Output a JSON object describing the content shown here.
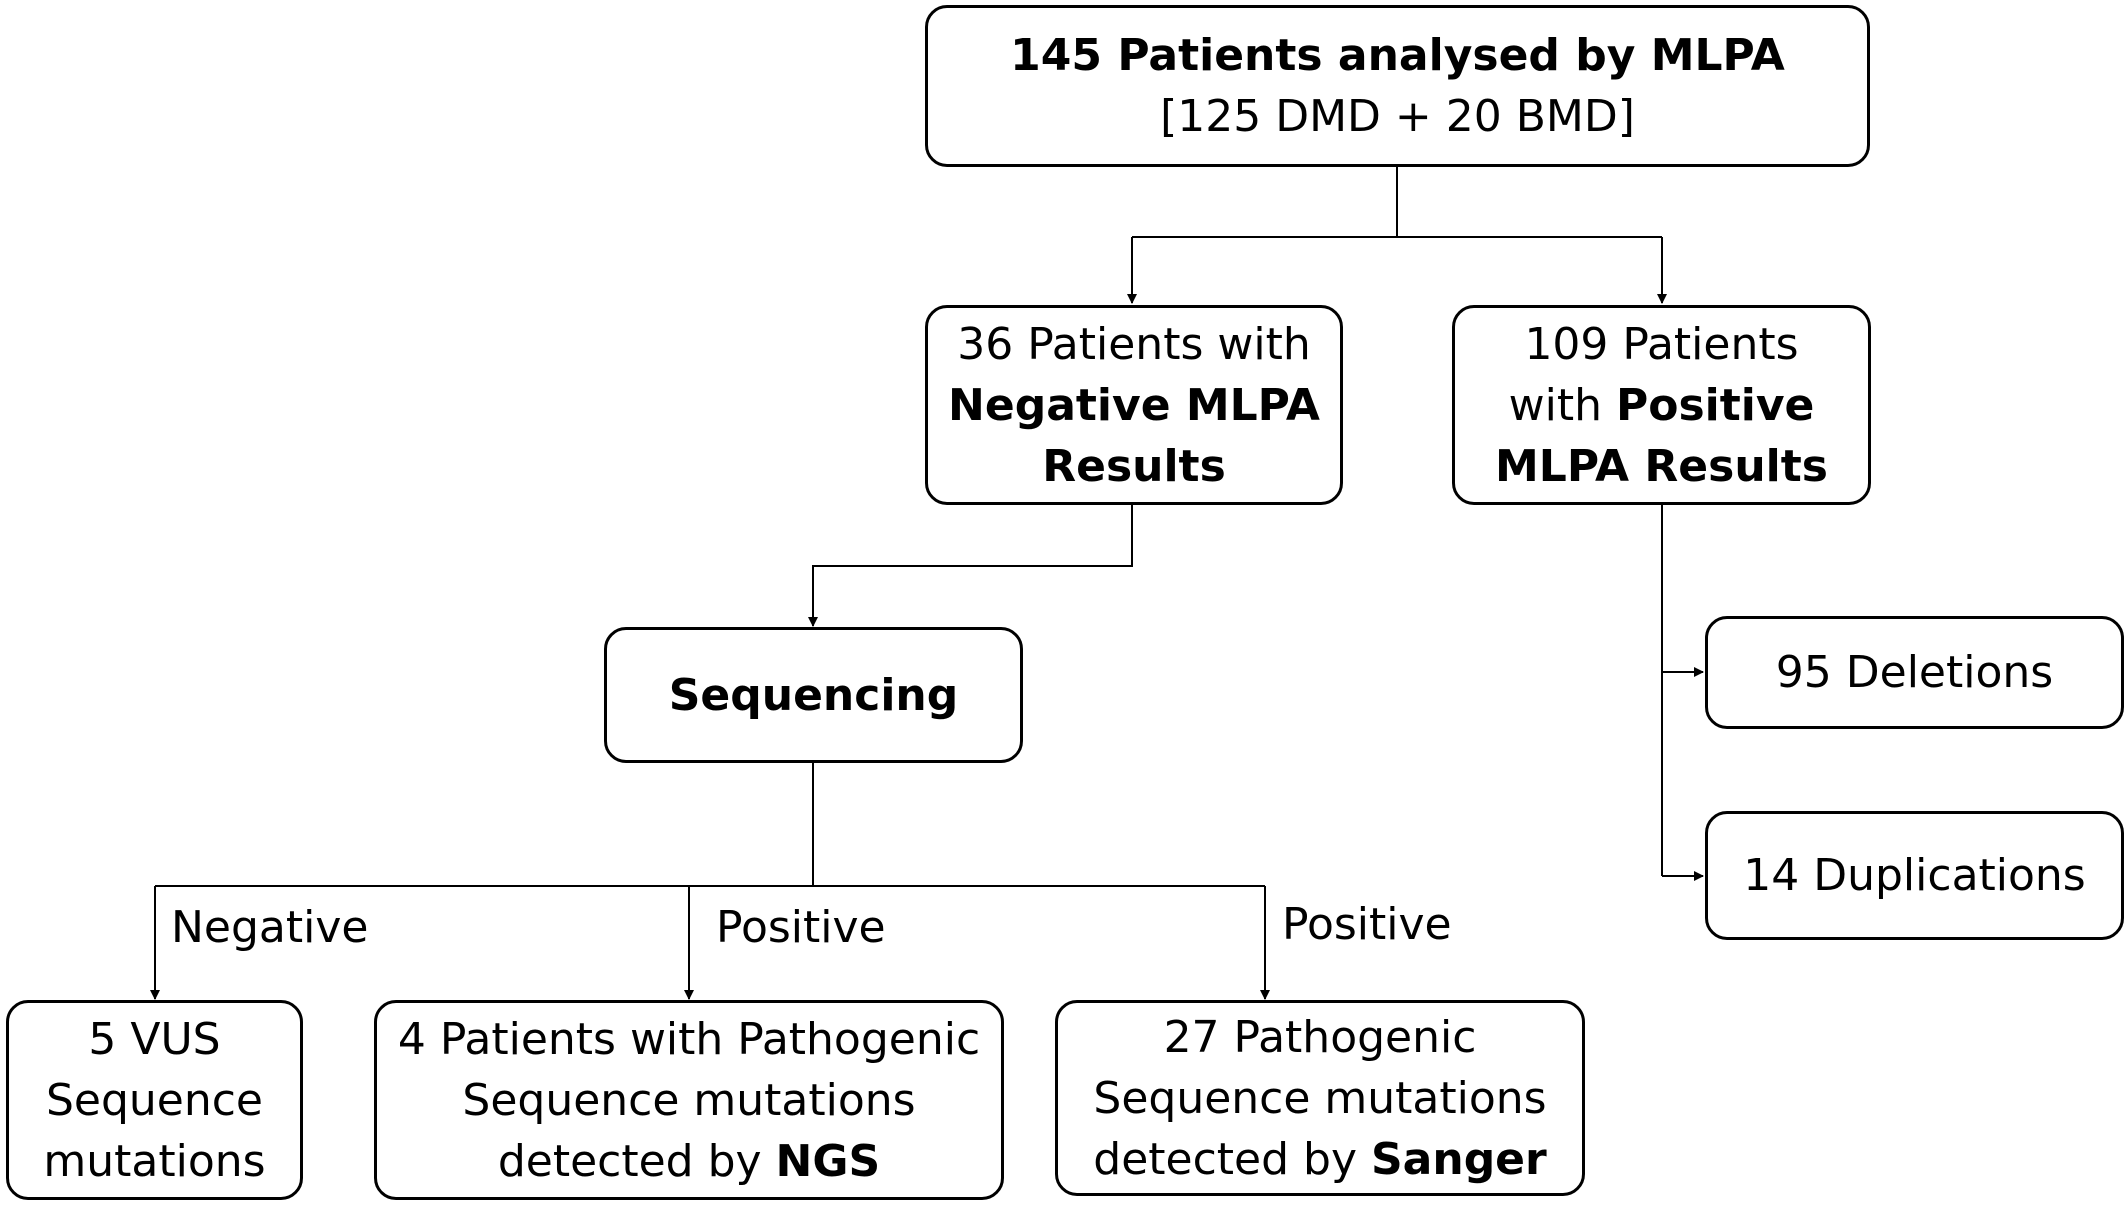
{
  "nodes": {
    "root": {
      "line1": "145 Patients analysed by MLPA",
      "line2": "[125 DMD + 20 BMD]"
    },
    "negative_mlpa": {
      "line1": "36 Patients with",
      "line2": "Negative MLPA",
      "line3": "Results"
    },
    "positive_mlpa": {
      "line1": "109 Patients",
      "line2_a": "with ",
      "line2_b": "Positive",
      "line3": "MLPA Results"
    },
    "sequencing": {
      "label": "Sequencing"
    },
    "deletions": {
      "label": "95 Deletions"
    },
    "duplications": {
      "label": "14 Duplications"
    },
    "vus": {
      "line1": "5 VUS",
      "line2": "Sequence",
      "line3": "mutations"
    },
    "ngs": {
      "line1": "4 Patients with Pathogenic",
      "line2": "Sequence mutations",
      "line3_a": "detected by ",
      "line3_b": "NGS"
    },
    "sanger": {
      "line1": "27 Pathogenic",
      "line2": "Sequence mutations",
      "line3_a": "detected by ",
      "line3_b": "Sanger"
    }
  },
  "edge_labels": {
    "negative": "Negative",
    "positive_ngs": "Positive",
    "positive_sanger": "Positive"
  }
}
